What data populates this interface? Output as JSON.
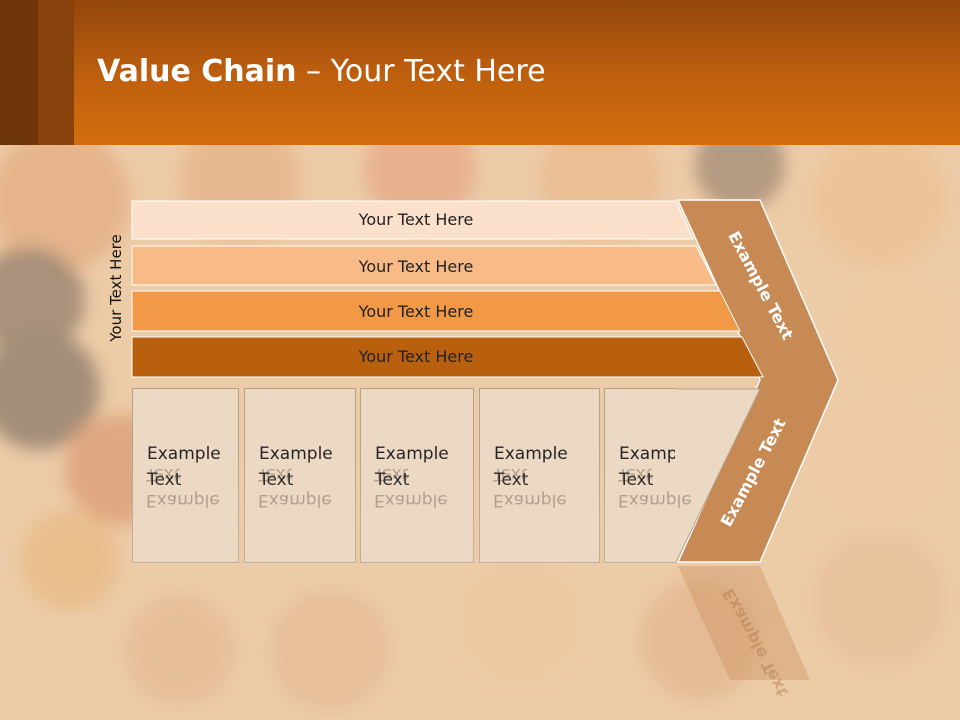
{
  "title": {
    "bold": "Value Chain",
    "rest": " – Your Text Here"
  },
  "side_label": "Your Text Here",
  "bars": [
    {
      "label": "Your Text Here",
      "color": "#fbe0cc"
    },
    {
      "label": "Your Text Here",
      "color": "#f8bb88"
    },
    {
      "label": "Your Text Here",
      "color": "#f29948"
    },
    {
      "label": "Your Text Here",
      "color": "#b9600f"
    }
  ],
  "boxes": [
    {
      "line1": "Example",
      "line2": "Text"
    },
    {
      "line1": "Example",
      "line2": "Text"
    },
    {
      "line1": "Example",
      "line2": "Text"
    },
    {
      "line1": "Example",
      "line2": "Text"
    },
    {
      "line1": "Example",
      "line2": "Text"
    }
  ],
  "chevron": {
    "upper_label": "Example Text",
    "lower_label": "Example Text",
    "color": "#c88a55"
  }
}
